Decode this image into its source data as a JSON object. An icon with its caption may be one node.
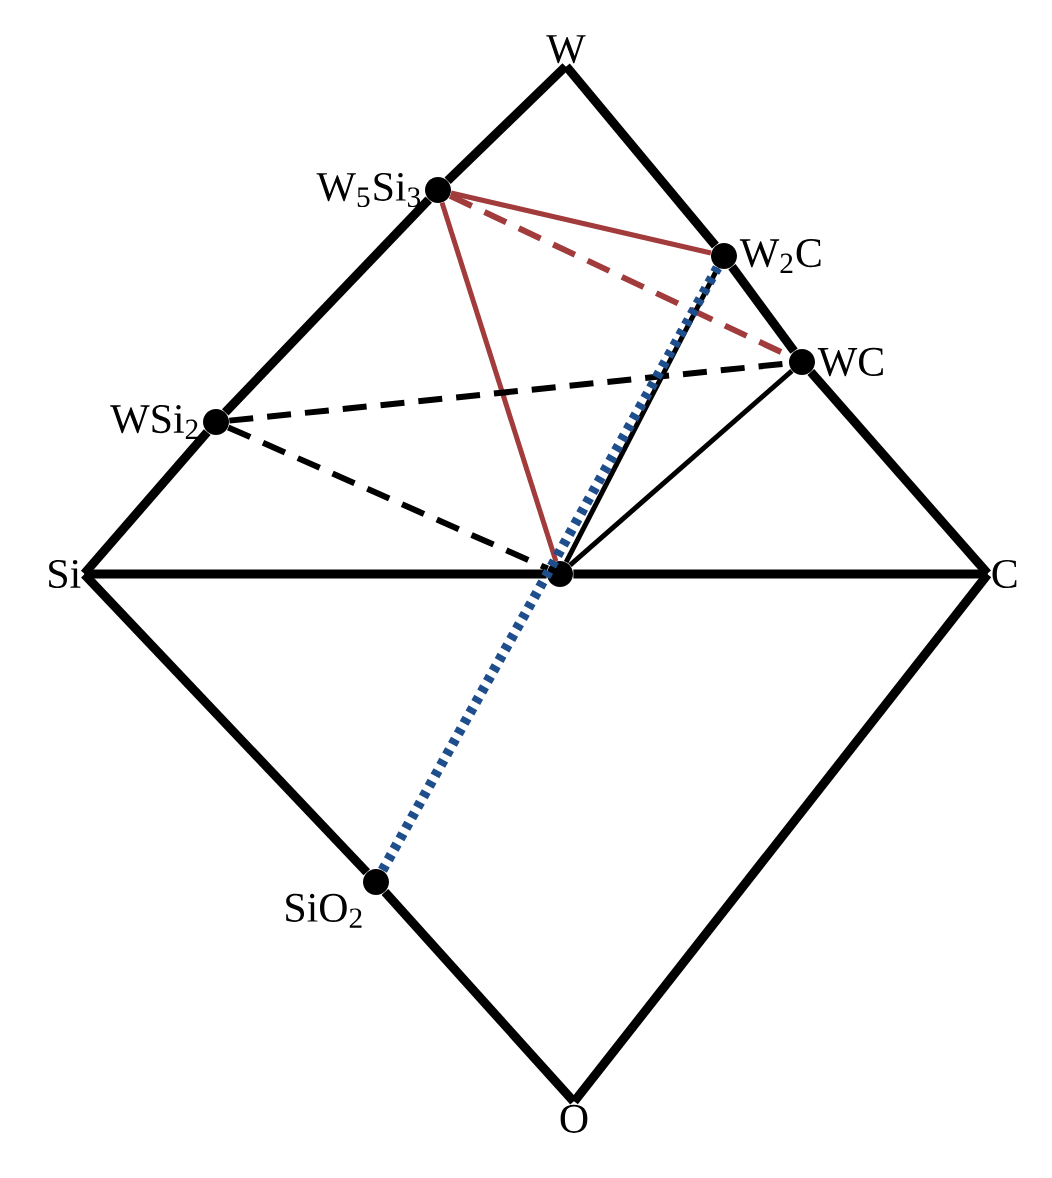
{
  "diagram": {
    "nodes": [
      {
        "text": [
          "W"
        ]
      },
      {
        "text": [
          "W$_{5}$Si$_{3}$"
        ]
      },
      {
        "text": [
          "W$_{2}$C"
        ]
      },
      {
        "text": [
          "WC"
        ]
      },
      {
        "text": [
          "WSi$_{2}$"
        ]
      },
      {
        "text": [
          "Si"
        ]
      },
      {
        "text": [],
        "shape": "circle"
      },
      {
        "text": [
          "C"
        ]
      },
      {
        "text": [
          "SiO$_{2}$"
        ]
      },
      {
        "text": [
          "O"
        ]
      }
    ],
    "edges": [
      {
        "from": 0,
        "to": 1,
        "arrow": "none"
      },
      {
        "from": 1,
        "to": 4,
        "arrow": "none"
      },
      {
        "from": 4,
        "to": 5,
        "arrow": "none"
      },
      {
        "from": 0,
        "to": 2,
        "arrow": "none"
      },
      {
        "from": 2,
        "to": 3,
        "arrow": "none"
      },
      {
        "from": 3,
        "to": 7,
        "arrow": "none"
      },
      {
        "from": 5,
        "to": 6,
        "arrow": "none"
      },
      {
        "from": 6,
        "to": 7,
        "arrow": "none"
      },
      {
        "from": 5,
        "to": 8,
        "arrow": "none"
      },
      {
        "from": 8,
        "to": 9,
        "arrow": "none"
      },
      {
        "from": 9,
        "to": 7,
        "arrow": "none"
      },
      {
        "from": 1,
        "to": 2,
        "arrow": "none",
        "color": "#a23b3b"
      },
      {
        "from": 1,
        "to": 3,
        "arrow": "none",
        "style": "dashed",
        "color": "#a23b3b"
      },
      {
        "from": 1,
        "to": 6,
        "arrow": "none",
        "color": "#a23b3b"
      },
      {
        "from": 4,
        "to": 3,
        "arrow": "none",
        "style": "dashed"
      },
      {
        "from": 4,
        "to": 6,
        "arrow": "none",
        "style": "dashed"
      },
      {
        "from": 2,
        "to": 6,
        "arrow": "none"
      },
      {
        "from": 3,
        "to": 6,
        "arrow": "none"
      },
      {
        "from": 8,
        "to": 2,
        "arrow": "none",
        "style": "dashed",
        "color": "#1f4e8c"
      }
    ]
  }
}
